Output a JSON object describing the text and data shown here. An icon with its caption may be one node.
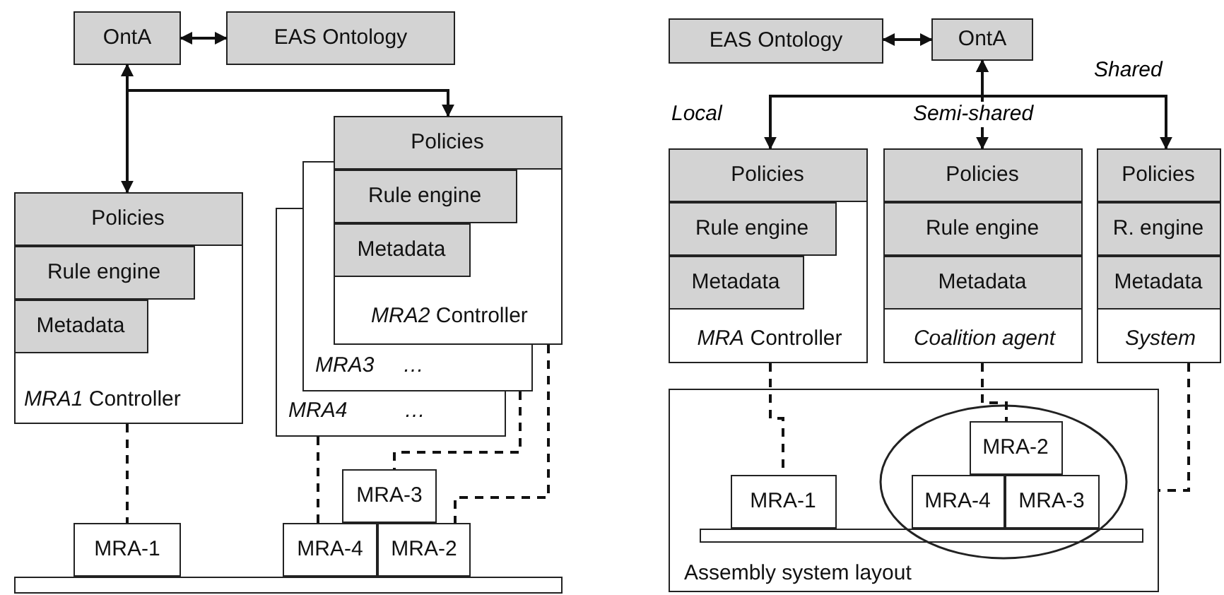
{
  "diagram": {
    "nodes": [
      {
        "text": [
          "OntA"
        ]
      },
      {
        "text": [
          "EAS Ontology"
        ]
      },
      {
        "text": [
          "*MRA2* Controller"
        ]
      },
      {
        "text": [
          "Policies"
        ],
        "in": 2
      },
      {
        "text": [
          "Rule engine"
        ],
        "in": 2
      },
      {
        "text": [
          "Metadata"
        ],
        "in": 2
      },
      {
        "text": [
          "*MRA1* Controller"
        ]
      },
      {
        "text": [
          "Policies"
        ],
        "in": 6
      },
      {
        "text": [
          "Rule engine"
        ],
        "in": 6
      },
      {
        "text": [
          "Metadata"
        ],
        "in": 6
      },
      {
        "text": [
          "MRA3",
          "…"
        ]
      },
      {
        "text": [
          "MRA4",
          "…"
        ]
      },
      {
        "text": [
          "MRA-3"
        ]
      },
      {
        "text": [
          "MRA-1"
        ]
      },
      {
        "text": [
          "MRA-4"
        ]
      },
      {
        "text": [
          "MRA-2"
        ]
      },
      {
        "text": [
          "EAS Ontology"
        ]
      },
      {
        "text": [
          "OntA"
        ]
      },
      {
        "text": [
          "*MRA* Controller"
        ]
      },
      {
        "text": [
          "Policies"
        ],
        "in": 18
      },
      {
        "text": [
          "Rule engine"
        ],
        "in": 18
      },
      {
        "text": [
          "Metadata"
        ],
        "in": 18
      },
      {
        "text": [
          "Coalition agent"
        ]
      },
      {
        "text": [
          "Policies"
        ],
        "in": 22
      },
      {
        "text": [
          "Rule engine"
        ],
        "in": 22
      },
      {
        "text": [
          "Metadata"
        ],
        "in": 22
      },
      {
        "text": [
          "System"
        ]
      },
      {
        "text": [
          "Policies"
        ],
        "in": 26
      },
      {
        "text": [
          "R. engine"
        ],
        "in": 26
      },
      {
        "text": [
          "Metadata"
        ],
        "in": 26
      },
      {
        "text": [
          "Assembly system layout"
        ]
      },
      {
        "text": [],
        "shape": "ellipse",
        "in": 30
      },
      {
        "text": [
          "MRA-2"
        ],
        "in": 31
      },
      {
        "text": [
          "MRA-1"
        ],
        "in": 30
      },
      {
        "text": [
          "MRA-4"
        ],
        "in": 31
      },
      {
        "text": [
          "MRA-3"
        ],
        "in": 31
      }
    ],
    "edges": [
      {
        "from": 0,
        "to": 1,
        "arrow": "both"
      },
      {
        "from": 0,
        "to": 6,
        "arrow": "both"
      },
      {
        "from": 0,
        "to": 2,
        "arrow": "both"
      },
      {
        "from": 6,
        "to": 13,
        "arrow": "none",
        "style": "dashed"
      },
      {
        "from": 11,
        "to": 14,
        "arrow": "none",
        "style": "dashed"
      },
      {
        "from": 10,
        "to": 12,
        "arrow": "none",
        "style": "dashed"
      },
      {
        "from": 2,
        "to": 15,
        "arrow": "none",
        "style": "dashed"
      },
      {
        "from": 16,
        "to": 17,
        "arrow": "both"
      },
      {
        "from": 17,
        "to": 18,
        "arrow": "both",
        "label": "Local"
      },
      {
        "from": 17,
        "to": 22,
        "arrow": "both",
        "label": "Semi-shared"
      },
      {
        "from": 17,
        "to": 26,
        "arrow": "both",
        "label": "Shared"
      },
      {
        "from": 18,
        "to": 33,
        "arrow": "none",
        "style": "dashed"
      },
      {
        "from": 22,
        "to": 32,
        "arrow": "none",
        "style": "dashed"
      },
      {
        "from": 26,
        "to": 30,
        "arrow": "none",
        "style": "dashed"
      }
    ]
  }
}
